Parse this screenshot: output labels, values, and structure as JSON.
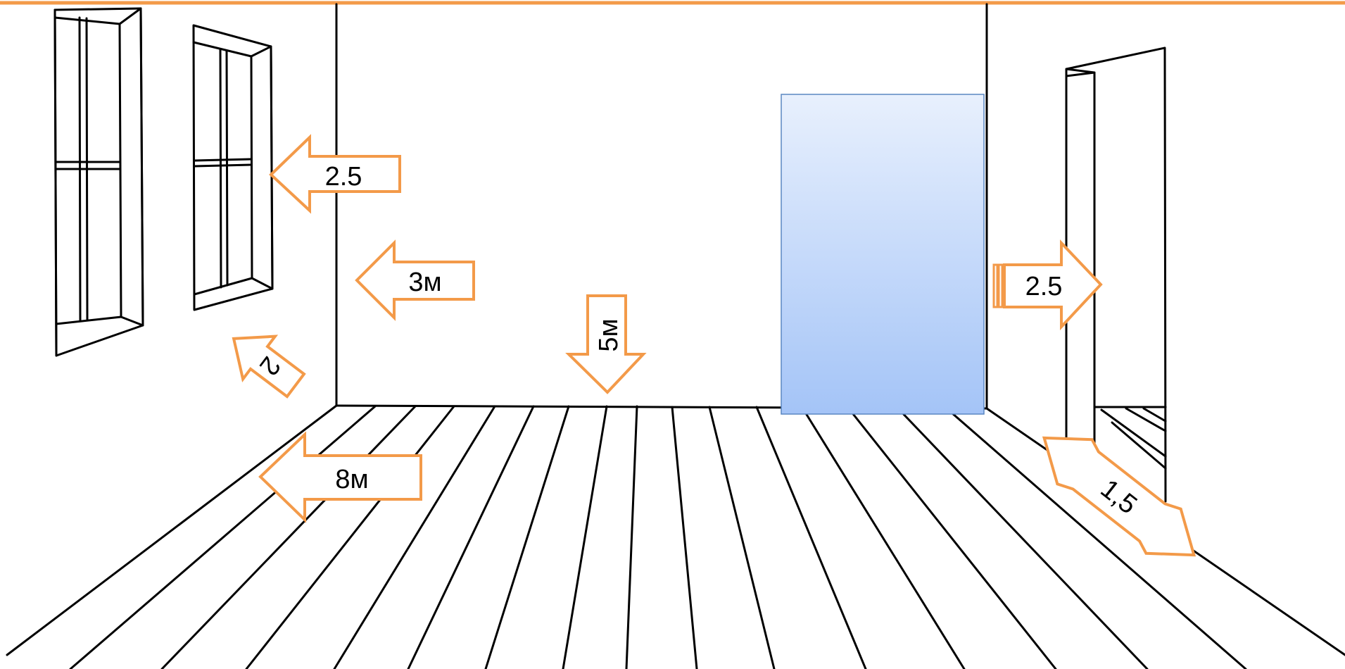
{
  "accent_color": "#f39a49",
  "panel_gradient": [
    "#e8f0fd",
    "#a4c4f7"
  ],
  "labels": {
    "window_height": "2.5",
    "window_width": "2",
    "wall_height": "3м",
    "wall_width": "5м",
    "floor_length": "8м",
    "door_height": "2.5",
    "door_width": "1,5"
  }
}
